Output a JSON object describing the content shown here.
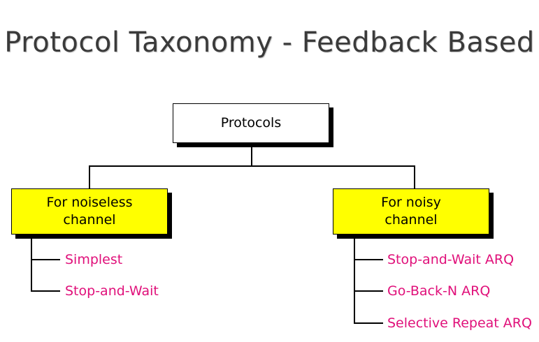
{
  "slide": {
    "title": "Protocol Taxonomy - Feedback Based"
  },
  "diagram": {
    "root": "Protocols",
    "categories": [
      {
        "label_line1": "For noiseless",
        "label_line2": "channel",
        "children": [
          "Simplest",
          "Stop-and-Wait"
        ]
      },
      {
        "label_line1": "For noisy",
        "label_line2": "channel",
        "children": [
          "Stop-and-Wait ARQ",
          "Go-Back-N ARQ",
          "Selective Repeat ARQ"
        ]
      }
    ],
    "colors": {
      "category_fill": "#ffff00",
      "leaf_text": "#e0107a",
      "title_text": "#3a3a3a"
    }
  }
}
